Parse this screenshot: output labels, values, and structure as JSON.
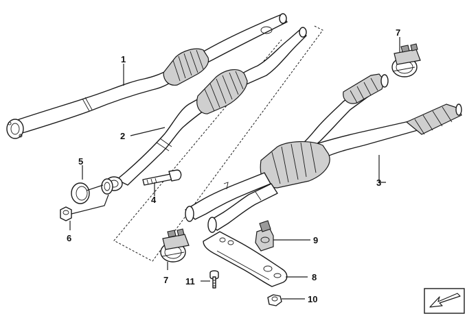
{
  "callouts": [
    {
      "id": "c1",
      "label": "1"
    },
    {
      "id": "c2",
      "label": "2"
    },
    {
      "id": "c3",
      "label": "3"
    },
    {
      "id": "c4",
      "label": "4"
    },
    {
      "id": "c5",
      "label": "5"
    },
    {
      "id": "c6",
      "label": "6"
    },
    {
      "id": "c7a",
      "label": "7"
    },
    {
      "id": "c7b",
      "label": "7"
    },
    {
      "id": "c8",
      "label": "8"
    },
    {
      "id": "c9",
      "label": "9"
    },
    {
      "id": "c10",
      "label": "10"
    },
    {
      "id": "c11",
      "label": "11"
    }
  ],
  "icons": {
    "orientation": "direction-arrow-icon"
  }
}
